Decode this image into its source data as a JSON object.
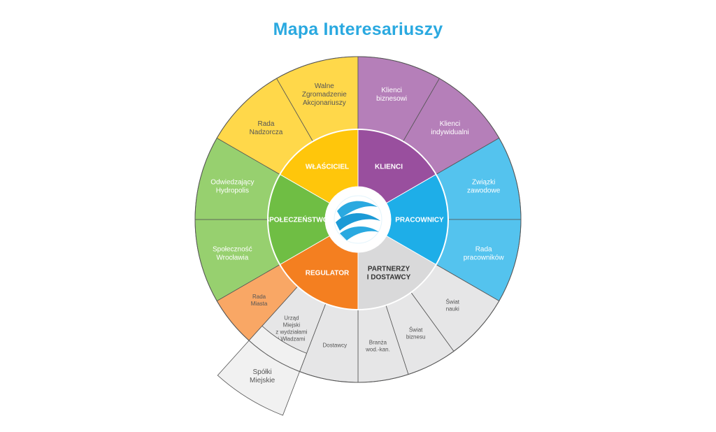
{
  "title": "Mapa Interesariuszy",
  "center": {
    "logo": "water-wave-logo"
  },
  "inner": [
    {
      "id": "wlasciciel",
      "label": [
        "WŁAŚCICIEL"
      ],
      "color": "#ffc60b",
      "dark": false
    },
    {
      "id": "klienci",
      "label": [
        "KLIENCI"
      ],
      "color": "#994f9e",
      "dark": false
    },
    {
      "id": "pracownicy",
      "label": [
        "PRACOWNICY"
      ],
      "color": "#1eaee8",
      "dark": false
    },
    {
      "id": "partnerzy",
      "label": [
        "PARTNERZY",
        "I DOSTAWCY"
      ],
      "color": "#d9d9da",
      "dark": true
    },
    {
      "id": "regulator",
      "label": [
        "REGULATOR"
      ],
      "color": "#f47f20",
      "dark": false
    },
    {
      "id": "spoleczenstwo",
      "label": [
        "SPOŁECZEŃSTWO"
      ],
      "color": "#6fbe44",
      "dark": false
    }
  ],
  "outer": [
    {
      "id": "walne",
      "label": [
        "Walne",
        "Zgromadzenie",
        "Akcjonariuszy"
      ],
      "color": "#ffd84a",
      "dark": true
    },
    {
      "id": "klienci-biznesowi",
      "label": [
        "Klienci",
        "biznesowi"
      ],
      "color": "#b57fb9",
      "dark": false
    },
    {
      "id": "klienci-indywidualni",
      "label": [
        "Klienci",
        "indywidualni"
      ],
      "color": "#b57fb9",
      "dark": false
    },
    {
      "id": "zwiazki",
      "label": [
        "Związki",
        "zawodowe"
      ],
      "color": "#54c3ee",
      "dark": false
    },
    {
      "id": "rada-pracownikow",
      "label": [
        "Rada",
        "pracowników"
      ],
      "color": "#54c3ee",
      "dark": false
    },
    {
      "id": "swiat-nauki",
      "label": [
        "Świat",
        "nauki"
      ],
      "color": "#e6e6e7",
      "dark": true
    },
    {
      "id": "swiat-biznesu",
      "label": [
        "Świat",
        "biznesu"
      ],
      "color": "#e6e6e7",
      "dark": true
    },
    {
      "id": "branza",
      "label": [
        "Branża",
        "wod.-kan."
      ],
      "color": "#e6e6e7",
      "dark": true
    },
    {
      "id": "dostawcy",
      "label": [
        "Dostawcy"
      ],
      "color": "#e6e6e7",
      "dark": true
    },
    {
      "id": "urzad",
      "label": [
        "Urząd",
        "Miejski",
        "z wydziałami",
        "i Władzami"
      ],
      "color": "#e6e6e7",
      "dark": true
    },
    {
      "id": "rada-miasta",
      "label": [
        "Rada",
        "Miasta"
      ],
      "color": "#f9a765",
      "dark": true
    },
    {
      "id": "spolecznosc",
      "label": [
        "Społeczność",
        "Wrocławia"
      ],
      "color": "#97d06f",
      "dark": false
    },
    {
      "id": "odwiedzajacy",
      "label": [
        "Odwiedzający",
        "Hydropolis"
      ],
      "color": "#97d06f",
      "dark": false
    },
    {
      "id": "rada-nadzorcza",
      "label": [
        "Rada",
        "Nadzorcza"
      ],
      "color": "#ffd84a",
      "dark": true
    }
  ],
  "extra": {
    "id": "spolki",
    "label": [
      "Spółki",
      "Miejskie"
    ],
    "color": "#f1f1f1",
    "dark": true
  }
}
